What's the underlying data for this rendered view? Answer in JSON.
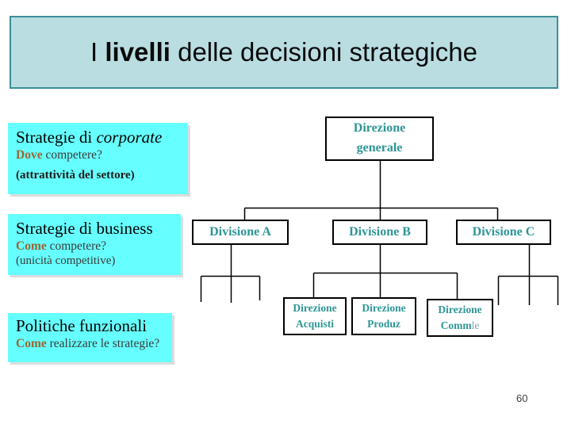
{
  "title": {
    "part1": "I ",
    "part2_bold": "livelli",
    "part3": " delle decisioni strategiche"
  },
  "page_number": "60",
  "colors": {
    "banner_fill": "#b9dde1",
    "banner_border": "#3d8e98",
    "level_box_fill": "#66ffff",
    "org_text_teal": "#2e9696",
    "keyword_brown": "#996633",
    "connector_black": "#000000"
  },
  "levels": [
    {
      "title_prefix": "Strategie di ",
      "title_italic": "corporate",
      "q_bold": "Dove",
      "q_rest": " competere?",
      "note": "(attrattività del settore)"
    },
    {
      "title_prefix": "Strategie di business",
      "q_bold": "Come",
      "q_rest": " competere?",
      "note": "(unicità competitive)"
    },
    {
      "title_prefix": "Politiche funzionali",
      "q_bold": "Come",
      "q_rest": " realizzare le strategie?"
    }
  ],
  "org_chart": {
    "root": {
      "line1": "Direzione",
      "line2": "generale"
    },
    "divisions": [
      {
        "label": "Divisione A"
      },
      {
        "label": "Divisione B"
      },
      {
        "label": "Divisione C"
      }
    ],
    "departments": [
      {
        "line1": "Direzione",
        "line2": "Acquisti"
      },
      {
        "line1": "Direzione",
        "line2": "Produz"
      },
      {
        "line1": "Direzione",
        "line2_bold": "Comm",
        "line2_light": "le"
      }
    ]
  }
}
